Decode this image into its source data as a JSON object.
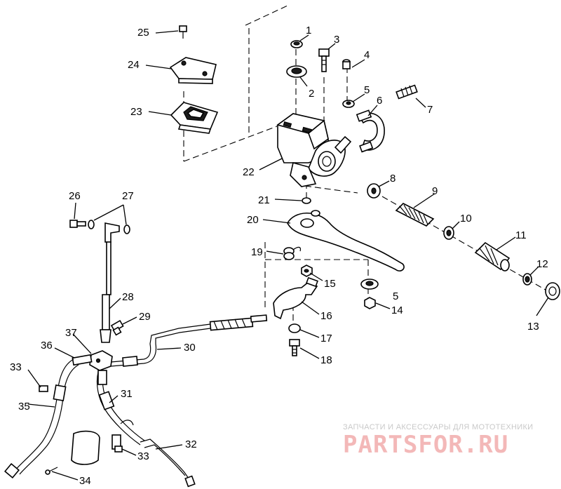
{
  "diagram": {
    "callouts": [
      {
        "id": "1",
        "text": "1"
      },
      {
        "id": "2",
        "text": "2"
      },
      {
        "id": "3",
        "text": "3"
      },
      {
        "id": "4",
        "text": "4"
      },
      {
        "id": "5a",
        "text": "5"
      },
      {
        "id": "5b",
        "text": "5"
      },
      {
        "id": "6",
        "text": "6"
      },
      {
        "id": "7",
        "text": "7"
      },
      {
        "id": "8",
        "text": "8"
      },
      {
        "id": "9",
        "text": "9"
      },
      {
        "id": "10",
        "text": "10"
      },
      {
        "id": "11",
        "text": "11"
      },
      {
        "id": "12",
        "text": "12"
      },
      {
        "id": "13",
        "text": "13"
      },
      {
        "id": "14",
        "text": "14"
      },
      {
        "id": "15",
        "text": "15"
      },
      {
        "id": "16",
        "text": "16"
      },
      {
        "id": "17",
        "text": "17"
      },
      {
        "id": "18",
        "text": "18"
      },
      {
        "id": "19",
        "text": "19"
      },
      {
        "id": "20",
        "text": "20"
      },
      {
        "id": "21",
        "text": "21"
      },
      {
        "id": "22",
        "text": "22"
      },
      {
        "id": "23",
        "text": "23"
      },
      {
        "id": "24",
        "text": "24"
      },
      {
        "id": "25",
        "text": "25"
      },
      {
        "id": "26",
        "text": "26"
      },
      {
        "id": "27",
        "text": "27"
      },
      {
        "id": "28",
        "text": "28"
      },
      {
        "id": "29",
        "text": "29"
      },
      {
        "id": "30",
        "text": "30"
      },
      {
        "id": "31",
        "text": "31"
      },
      {
        "id": "32",
        "text": "32"
      },
      {
        "id": "33a",
        "text": "33"
      },
      {
        "id": "33b",
        "text": "33"
      },
      {
        "id": "34",
        "text": "34"
      },
      {
        "id": "35",
        "text": "35"
      },
      {
        "id": "36",
        "text": "36"
      },
      {
        "id": "37",
        "text": "37"
      }
    ]
  },
  "watermark": {
    "tagline": "ЗАПЧАСТИ И АКСЕССУАРЫ ДЛЯ МОТОТЕХНИКИ",
    "logo": "PARTSFOR.RU",
    "color": "#f3b8b8"
  }
}
